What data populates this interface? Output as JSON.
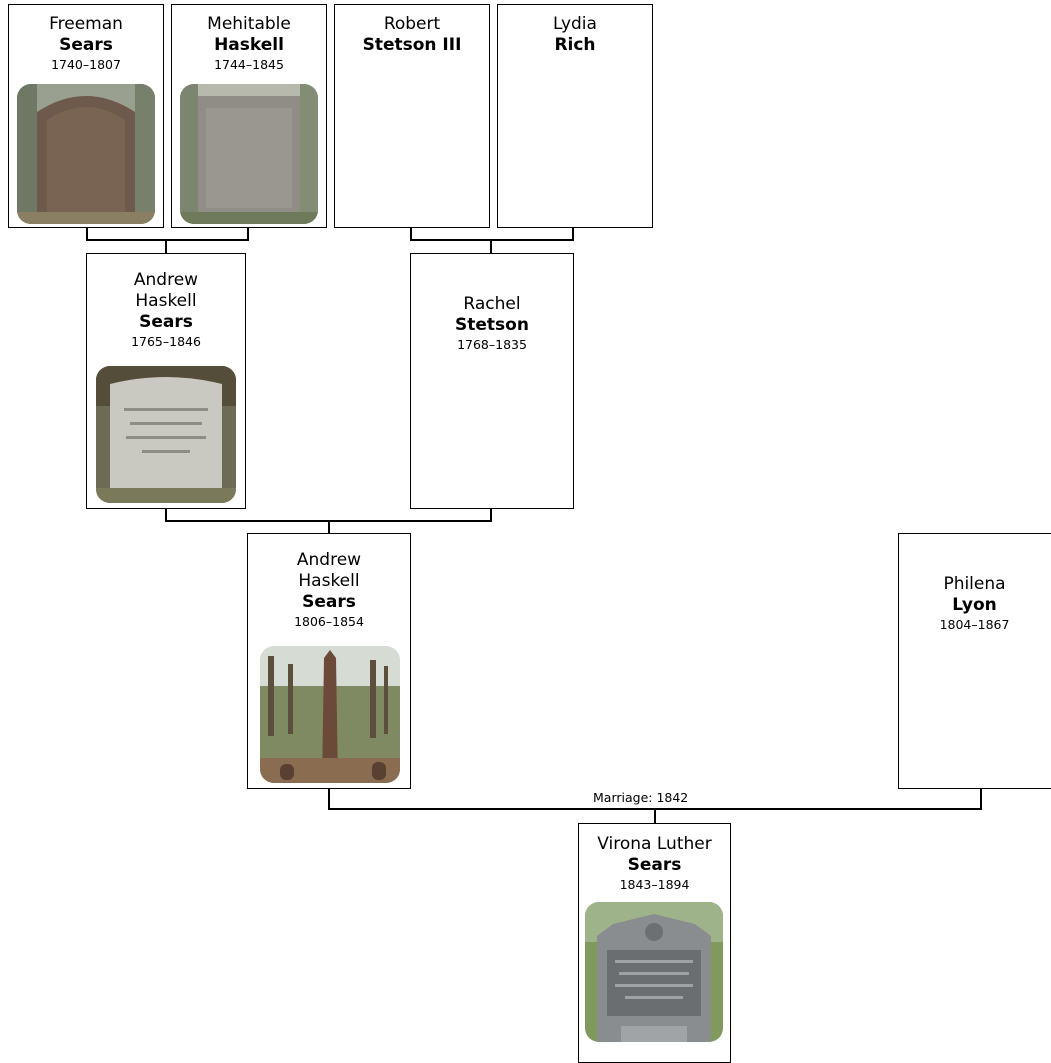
{
  "people": {
    "freeman_sears": {
      "given": "Freeman",
      "surname": "Sears",
      "dates": "1740–1807"
    },
    "mehitable_haskell": {
      "given": "Mehitable",
      "surname": "Haskell",
      "dates": "1744–1845"
    },
    "robert_stetson": {
      "given": "Robert",
      "surname": "Stetson III",
      "dates": ""
    },
    "lydia_rich": {
      "given": "Lydia",
      "surname": "Rich",
      "dates": ""
    },
    "andrew_sears_1765": {
      "given_1": "Andrew",
      "given_2": "Haskell",
      "surname": "Sears",
      "dates": "1765–1846"
    },
    "rachel_stetson": {
      "given": "Rachel",
      "surname": "Stetson",
      "dates": "1768–1835"
    },
    "andrew_sears_1806": {
      "given_1": "Andrew",
      "given_2": "Haskell",
      "surname": "Sears",
      "dates": "1806–1854"
    },
    "philena_lyon": {
      "given": "Philena",
      "surname": "Lyon",
      "dates": "1804–1867"
    },
    "virona_sears": {
      "given": "Virona Luther",
      "surname": "Sears",
      "dates": "1843–1894"
    }
  },
  "marriage_label": "Marriage: 1842",
  "photos": {
    "freeman_sears": "gravestone-photo",
    "mehitable_haskell": "gravestone-photo",
    "andrew_sears_1765": "gravestone-photo",
    "andrew_sears_1806": "obelisk-gravestone-photo",
    "virona_sears": "gravestone-photo"
  },
  "line_color": "#000000"
}
